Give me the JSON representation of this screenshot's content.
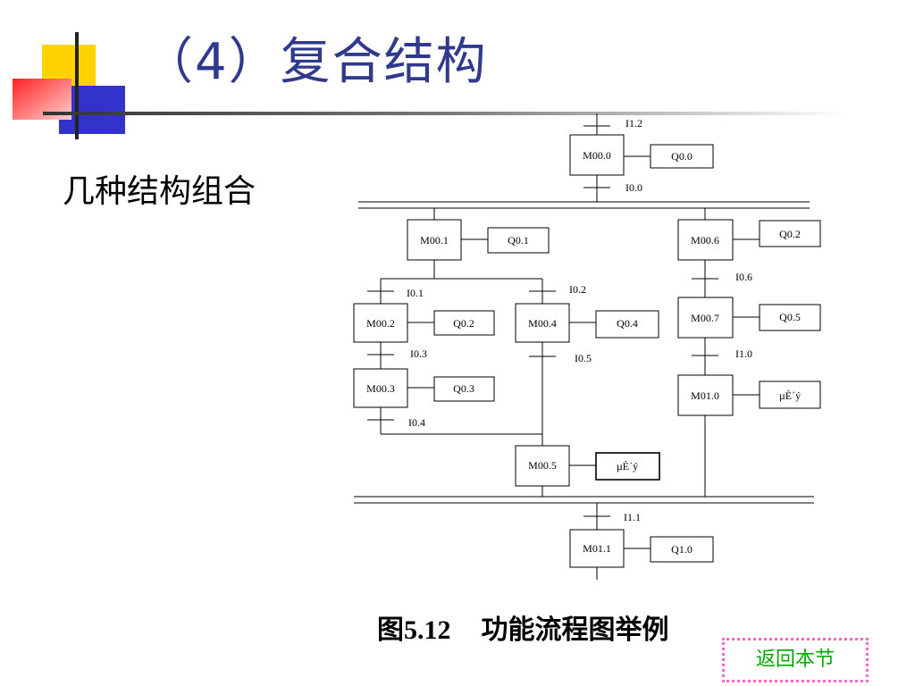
{
  "slide": {
    "title": "（4）复合结构",
    "subtitle": "几种结构组合"
  },
  "diagram": {
    "steps": {
      "M00_0": "M00.0",
      "M00_1": "M00.1",
      "M00_2": "M00.2",
      "M00_3": "M00.3",
      "M00_4": "M00.4",
      "M00_5": "M00.5",
      "M00_6": "M00.6",
      "M00_7": "M00.7",
      "M01_0": "M01.0",
      "M01_1": "M01.1"
    },
    "actions": {
      "Q0_0": "Q0.0",
      "Q0_1": "Q0.1",
      "Q0_2a": "Q0.2",
      "Q0_2b": "Q0.2",
      "Q0_3": "Q0.3",
      "Q0_4": "Q0.4",
      "Q0_5": "Q0.5",
      "garbled_right": "µÈ´ý",
      "garbled_mid": "µÈ´ý",
      "Q1_0": "Q1.0"
    },
    "transitions": {
      "I1_2": "I1.2",
      "I0_0": "I0.0",
      "I0_1": "I0.1",
      "I0_2": "I0.2",
      "I0_3": "I0.3",
      "I0_4": "I0.4",
      "I0_5": "I0.5",
      "I0_6": "I0.6",
      "I1_0": "I1.0",
      "I1_1": "I1.1"
    }
  },
  "caption": {
    "fig": "图",
    "number": "5.12",
    "text": "功能流程图举例"
  },
  "nav": {
    "back_label": "返回本节"
  },
  "colors": {
    "title": "#2f3a8f",
    "deco_yellow": "#ffd200",
    "deco_red": "#ff3b3b",
    "deco_blue": "#3333cc",
    "back_text": "#00aa00",
    "back_border": "#ff66cc"
  }
}
